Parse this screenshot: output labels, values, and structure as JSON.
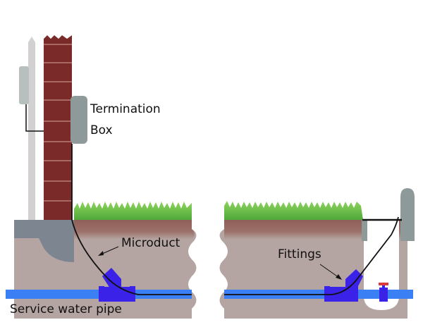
{
  "labels": {
    "termination_box_line1": "Termination",
    "termination_box_line2": "Box",
    "microduct": "Microduct",
    "fittings": "Fittings",
    "service_water_pipe": "Service water pipe"
  },
  "colors": {
    "brick": "#7b2a2a",
    "brick_mortar": "#d9a6a0",
    "siding": "#d3d0d2",
    "box_grey": "#8e9a9a",
    "soil": "#b5a5a2",
    "topsoil": "#8f5f58",
    "foundation": "#7d8591",
    "grass": "#6cc24a",
    "water_pipe": "#3b7ff5",
    "fitting": "#3a22e8",
    "valve_handle": "#d93a3a",
    "cable": "#111111"
  }
}
